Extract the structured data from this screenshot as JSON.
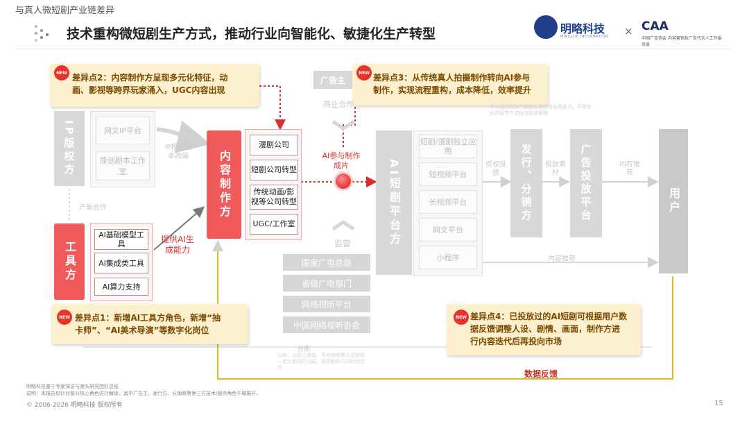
{
  "section_label": "与真人微短剧产业链差异",
  "title": "技术重构微短剧生产方式，推动行业向智能化、敏捷化生产转型",
  "logos": {
    "brand": "明略科技",
    "brand_sub": "MINGLUE INFORMATION",
    "separator": "×",
    "partner": "CAA",
    "partner_sub": "中国广告协会 内容营销及广告代言人工作委员会"
  },
  "callouts": [
    {
      "text_line1": "差异点2：内容制作方呈现多元化特征，动",
      "text_line2": "画、影视等跨界玩家涌入，UGC内容出现",
      "tag": "NEW"
    },
    {
      "text_line1": "差异点3：从传统真人拍摄制作转向AI参与",
      "text_line2": "制作，实现流程重构，成本降低，效率提升",
      "tag": "NEW"
    },
    {
      "text_line1": "差异点1：新增AI工具方角色，新增“抽",
      "text_line2": "卡师”、“AI美术导演”等数字化岗位",
      "tag": "NEW"
    },
    {
      "text_line1": "差异点4：已投放过的AI短剧可根据用户数",
      "text_line2": "据反馈调整人设、剧情、画面，制作方进",
      "text_line3": "行内容迭代后再投向市场",
      "tag": "NEW"
    }
  ],
  "ip": {
    "label": "IP版权方",
    "items": [
      "网文IP平台",
      "原创剧本工作室"
    ],
    "flow_label": "IP授权剧本改编"
  },
  "tools": {
    "label": "工具方",
    "items": [
      "AI基础模型工具",
      "AI集成类工具",
      "AI算力支持"
    ],
    "coop_label": "产能合作",
    "capability_label": "提供AI生成能力"
  },
  "production": {
    "label": "内容制作方",
    "companies": [
      "漫剧公司",
      "短剧公司转型",
      "传统动画/影视等公司转型",
      "UGC/工作室"
    ]
  },
  "ai_participate": "AI参与制作成片",
  "advertiser": {
    "label": "广告主",
    "commercial": "商业合作"
  },
  "supervision": {
    "label": "监管",
    "regulators": [
      "国家广电总局",
      "省级广电部门",
      "网络视听平台",
      "中国网络视听协会"
    ]
  },
  "platform": {
    "label": "AI短剧平台方",
    "items": [
      "短剧/漫剧独立应用",
      "短视频平台",
      "长视频平台",
      "网文平台",
      "小程序"
    ]
  },
  "distribution": {
    "label": "发行、分销方",
    "authorization_label": "授权投放",
    "material_label": "投放素材"
  },
  "ad_platform": {
    "label": "广告投放平台",
    "recommend_label": "内容推荐"
  },
  "user": {
    "label": "用户"
  },
  "content_recommend": "内容推荐",
  "revenue_share": "分账",
  "feedback": "数据反馈",
  "faded_notes": {
    "top": "平台通过将用户数据反馈回给业界各方，不断优化内容生产流程与投放策略",
    "bottom": "分账：以线上收益、平台保底等方式按照一定比例进行分成，提高制作方的利润空间"
  },
  "footer": {
    "source": "明略科技基于专家深访与案头研究团队总结",
    "note": "说明：本报告仅针对部分核心角色进行解读，其中广告主、发行方、分销商等第三方技术/服务角色不做展开。",
    "copyright": "© 2006-2026 明略科技 版权所有",
    "page": "15"
  }
}
